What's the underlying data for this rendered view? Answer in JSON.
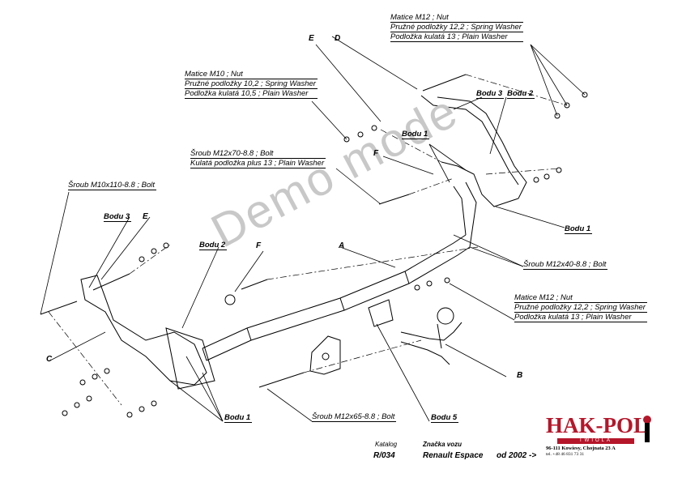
{
  "labels": {
    "nut_m12_top": [
      "Matice M12 ; Nut",
      "Pružné podložky  12,2 ; Spring Washer",
      "Podložka kulatá 13 ; Plain Washer"
    ],
    "nut_m10": [
      "Matice  M10 ; Nut",
      "Pružné podložky  10,2 ; Spring Washer",
      "Podložka kulatá 10,5 ; Plain Washer"
    ],
    "bolt_m12x70": [
      "Šroub M12x70-8.8 ;  Bolt",
      "Kulatá podložka plus 13 ; Plain Washer"
    ],
    "bolt_m10x110": "Šroub M10x110-8.8 ;  Bolt",
    "bolt_m12x40": "Šroub M12x40-8.8 ;  Bolt",
    "nut_m12_right": [
      "Matice  M12 ; Nut",
      "Pružné podložky  12,2 ; Spring Washer",
      "Podložka kulatá 13 ; Plain Washer"
    ],
    "bolt_m12x65": "Šroub M12x65-8.8 ;  Bolt"
  },
  "points": {
    "bodu3_top": "Bodu 3",
    "bodu2_top": "Bodu 2",
    "bodu1_top": "Bodu 1",
    "bodu1_right": "Bodu 1",
    "bodu3_left": "Bodu 3",
    "bodu2_left": "Bodu 2",
    "bodu1_bottom": "Bodu 1",
    "bodu5": "Bodu 5"
  },
  "letters": {
    "E_top": "E",
    "D": "D",
    "F_top": "F",
    "E_left": "E",
    "F_mid": "F",
    "A": "A",
    "C": "C",
    "B": "B"
  },
  "watermark": "Demo mode",
  "catalog": {
    "catalog_label": "Katalog",
    "catalog_value": "R/034",
    "brand_label": "Značka vozu",
    "brand_value": "Renault Espace",
    "year_value": "od  2002 ->"
  },
  "logo": {
    "name": "HAK-POL",
    "band": "TWIOLA",
    "address": "96-111 Kowiesy, Chojnata 23 A",
    "phone": "tel. +48 46 831 73 31",
    "color": "#b5162a"
  }
}
